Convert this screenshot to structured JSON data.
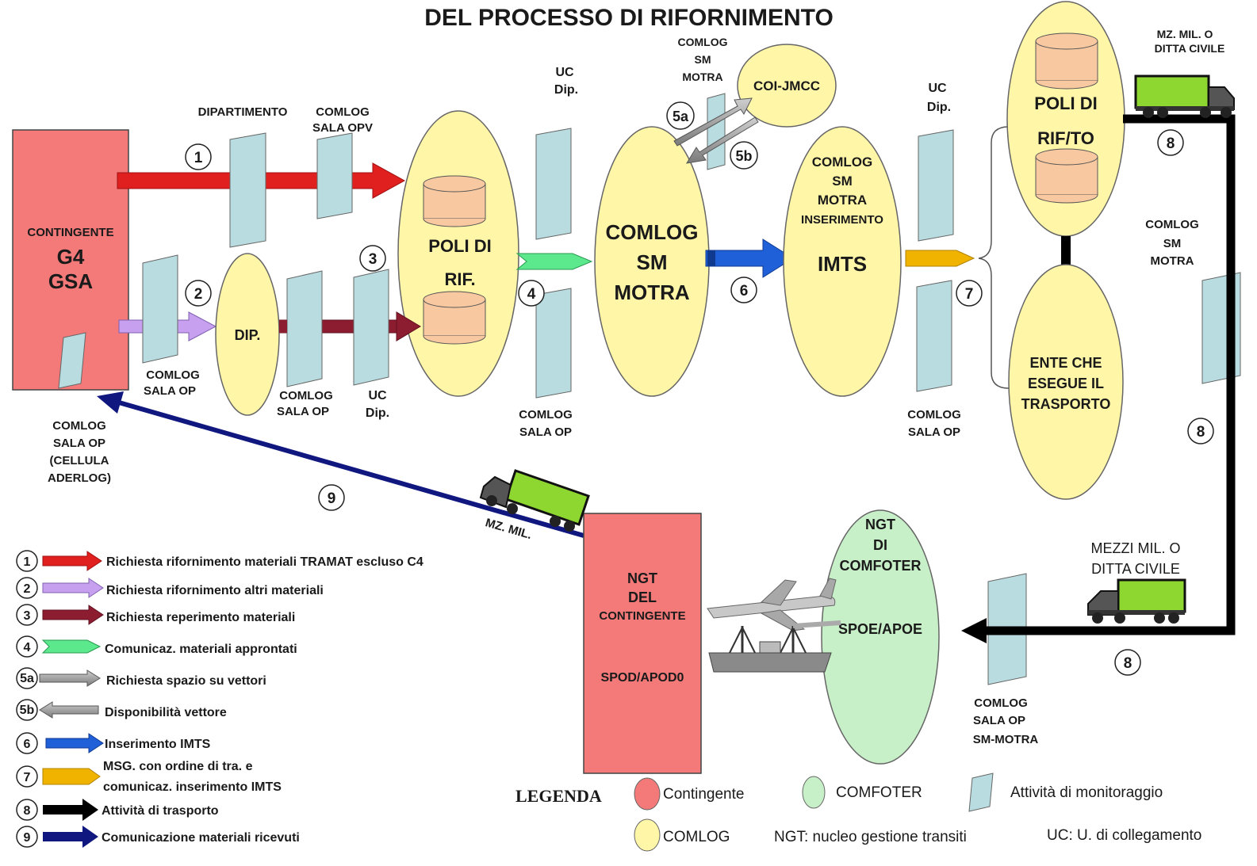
{
  "title": "DEL PROCESSO DI RIFORNIMENTO",
  "nodes": {
    "contingente": {
      "line1": "CONTINGENTE",
      "line2": "G4",
      "line3": "GSA"
    },
    "dip": "DIP.",
    "poli_rif": {
      "line1": "POLI DI",
      "line2": "RIF."
    },
    "comlog_sm_motra": {
      "line1": "COMLOG",
      "line2": "SM",
      "line3": "MOTRA"
    },
    "coi_jmcc": "COI-JMCC",
    "imts": {
      "line1": "COMLOG",
      "line2": "SM",
      "line3": "MOTRA",
      "line4": "INSERIMENTO",
      "line5": "IMTS"
    },
    "poli_rifto": {
      "line1": "POLI DI",
      "line2": "RIF/TO"
    },
    "ente": {
      "line1": "ENTE CHE",
      "line2": "ESEGUE IL",
      "line3": "TRASPORTO"
    },
    "ngt_contingente": {
      "line1": "NGT",
      "line2": "DEL",
      "line3": "CONTINGENTE",
      "line4": "SPOD/APOD0"
    },
    "ngt_comfoter": {
      "line1": "NGT",
      "line2": "DI",
      "line3": "COMFOTER",
      "line4": "SPOE/APOE"
    }
  },
  "labels": {
    "dipartimento": "DIPARTIMENTO",
    "comlog_sala_opv": {
      "line1": "COMLOG",
      "line2": "SALA OPV"
    },
    "comlog_sala_op_a": {
      "line1": "COMLOG",
      "line2": "SALA OP"
    },
    "comlog_sala_op_b": {
      "line1": "COMLOG",
      "line2": "SALA OP"
    },
    "uc_dip_a": {
      "line1": "UC",
      "line2": "Dip."
    },
    "uc_dip_b": {
      "line1": "UC",
      "line2": "Dip."
    },
    "uc_dip_c": {
      "line1": "UC",
      "line2": "Dip."
    },
    "comlog_sala_op_c": {
      "line1": "COMLOG",
      "line2": "SALA OP"
    },
    "comlog_sm_motra_top": {
      "line1": "COMLOG",
      "line2": "SM",
      "line3": "MOTRA"
    },
    "comlog_sala_op_d": {
      "line1": "COMLOG",
      "line2": "SALA OP"
    },
    "mz_mil_civile": {
      "line1": "MZ. MIL. O",
      "line2": "DITTA CIVILE"
    },
    "comlog_sm_motra_right": {
      "line1": "COMLOG",
      "line2": "SM",
      "line3": "MOTRA"
    },
    "cellula": {
      "line1": "COMLOG",
      "line2": "SALA OP",
      "line3": "(CELLULA",
      "line4": "ADERLOG)"
    },
    "mz_mil": "MZ. MIL.",
    "mezzi_mil": {
      "line1": "MEZZI MIL. O",
      "line2": "DITTA CIVILE"
    },
    "comlog_sm_motra_bottom": {
      "line1": "COMLOG",
      "line2": "SALA OP",
      "line3": "SM-MOTRA"
    }
  },
  "step_numbers": {
    "n1": "1",
    "n2": "2",
    "n3": "3",
    "n4": "4",
    "n5a": "5a",
    "n5b": "5b",
    "n6": "6",
    "n7": "7",
    "n8a": "8",
    "n8b": "8",
    "n8c": "8",
    "n9": "9"
  },
  "legend": {
    "items": [
      {
        "num": "1",
        "text": "Richiesta rifornimento materiali TRAMAT escluso C4",
        "color": "#e0201e"
      },
      {
        "num": "2",
        "text": "Richiesta rifornimento altri materiali",
        "color": "#c8a0f0"
      },
      {
        "num": "3",
        "text": "Richiesta reperimento materiali",
        "color": "#8c1c30"
      },
      {
        "num": "4",
        "text": "Comunicaz. materiali approntati",
        "color": "#5ce88c"
      },
      {
        "num": "5a",
        "text": "Richiesta spazio su vettori",
        "color": "#9a9a9a"
      },
      {
        "num": "5b",
        "text": "Disponibilità vettore",
        "color": "#9a9a9a"
      },
      {
        "num": "6",
        "text": "Inserimento IMTS",
        "color": "#1f5fd8"
      },
      {
        "num": "7",
        "text": "MSG. con ordine di tra. e",
        "text2": "comunicaz. inserimento IMTS",
        "color": "#f0b400"
      },
      {
        "num": "8",
        "text": "Attività di trasporto",
        "color": "#000000"
      },
      {
        "num": "9",
        "text": "Comunicazione materiali ricevuti",
        "color": "#101880"
      }
    ],
    "title": "LEGENDA",
    "contingente": "Contingente",
    "comfoter": "COMFOTER",
    "monitoraggio": "Attività di monitoraggio",
    "comlog": "COMLOG",
    "ngt_note": "NGT: nucleo gestione transiti",
    "uc_note": "UC: U. di collegamento"
  },
  "colors": {
    "contingente": "#f47a7a",
    "comlog": "#fff6a8",
    "comfoter": "#c8f0c8",
    "monitor": "#b8dce0",
    "cylinder": "#f8c8a0"
  }
}
